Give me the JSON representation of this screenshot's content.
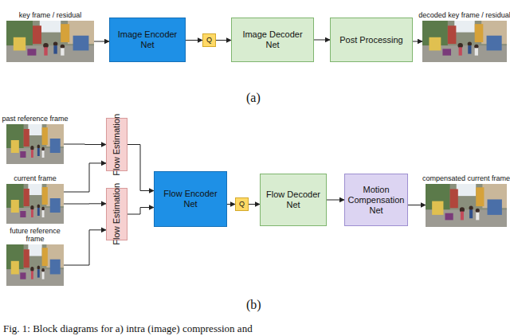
{
  "diagram": {
    "caption": "Fig. 1: Block diagrams for a) intra (image) compression and",
    "nodes": [
      {
        "text": [
          "key frame / residual"
        ]
      },
      {
        "text": [
          "Image Encoder Net"
        ]
      },
      {
        "text": [
          "Q"
        ]
      },
      {
        "text": [
          "Image Decoder Net"
        ]
      },
      {
        "text": [
          "Post Processing"
        ]
      },
      {
        "text": [
          "decoded key frame / residual"
        ]
      },
      {
        "text": [
          "past reference frame"
        ]
      },
      {
        "text": [
          "current frame"
        ]
      },
      {
        "text": [
          "future reference frame"
        ]
      },
      {
        "text": [
          "Flow Estimation"
        ]
      },
      {
        "text": [
          "Flow Estimation"
        ]
      },
      {
        "text": [
          "Flow Encoder Net"
        ]
      },
      {
        "text": [
          "Q"
        ]
      },
      {
        "text": [
          "Flow Decoder Net"
        ]
      },
      {
        "text": [
          "Motion Compensation Net"
        ]
      },
      {
        "text": [
          "compensated current frame"
        ]
      }
    ],
    "edges": [
      {
        "from": 0,
        "to": 1,
        "arrow": "to"
      },
      {
        "from": 1,
        "to": 2,
        "arrow": "to"
      },
      {
        "from": 2,
        "to": 3,
        "arrow": "to"
      },
      {
        "from": 3,
        "to": 4,
        "arrow": "to"
      },
      {
        "from": 4,
        "to": 5,
        "arrow": "to"
      },
      {
        "from": 6,
        "to": 9,
        "arrow": "to"
      },
      {
        "from": 7,
        "to": 9,
        "arrow": "to"
      },
      {
        "from": 7,
        "to": 10,
        "arrow": "to"
      },
      {
        "from": 8,
        "to": 10,
        "arrow": "to"
      },
      {
        "from": 9,
        "to": 11,
        "arrow": "to"
      },
      {
        "from": 10,
        "to": 11,
        "arrow": "to"
      },
      {
        "from": 11,
        "to": 12,
        "arrow": "to"
      },
      {
        "from": 12,
        "to": 13,
        "arrow": "to"
      },
      {
        "from": 13,
        "to": 14,
        "arrow": "to"
      },
      {
        "from": 14,
        "to": 15,
        "arrow": "to"
      }
    ],
    "labels": [
      "(a)",
      "(b)"
    ]
  }
}
